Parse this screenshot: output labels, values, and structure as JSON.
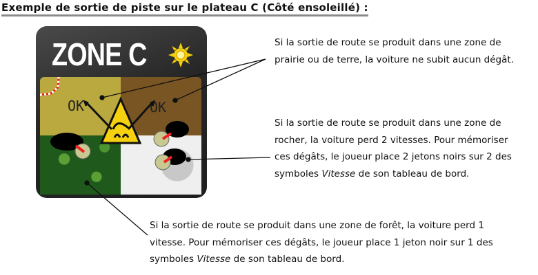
{
  "title": "Exemple de sortie de piste sur le plateau C (Côté ensoleillé) :",
  "tile": {
    "label": "ZONE C",
    "quadrants": {
      "top_left": "OK",
      "top_right": "OK"
    }
  },
  "notes": {
    "meadow": {
      "lines": [
        "Si la sortie de route se produit dans une zone de",
        "prairie ou de terre, la voiture ne subit aucun dégât."
      ]
    },
    "rock": {
      "lines": [
        "Si la sortie de route se produit dans une zone de",
        "rocher, la voiture perd 2 vitesses. Pour mémoriser",
        "ces dégâts, le joueur place 2 jetons noirs sur 2 des"
      ],
      "last_pre": "symboles ",
      "last_em": "Vitesse",
      "last_post": " de son tableau de bord."
    },
    "forest": {
      "lines": [
        "Si la sortie de route se produit dans une zone de forêt, la voiture perd 1",
        "vitesse. Pour mémoriser ces dégâts, le joueur place 1 jeton noir sur 1 des"
      ],
      "last_pre": "symboles ",
      "last_em": "Vitesse",
      "last_post": " de son tableau de bord."
    }
  },
  "colors": {
    "meadow": "#b9a93e",
    "dirt": "#7a5524",
    "forest": "#1f5a1c",
    "rock": "#efefef",
    "sun": "#f5d10f"
  }
}
